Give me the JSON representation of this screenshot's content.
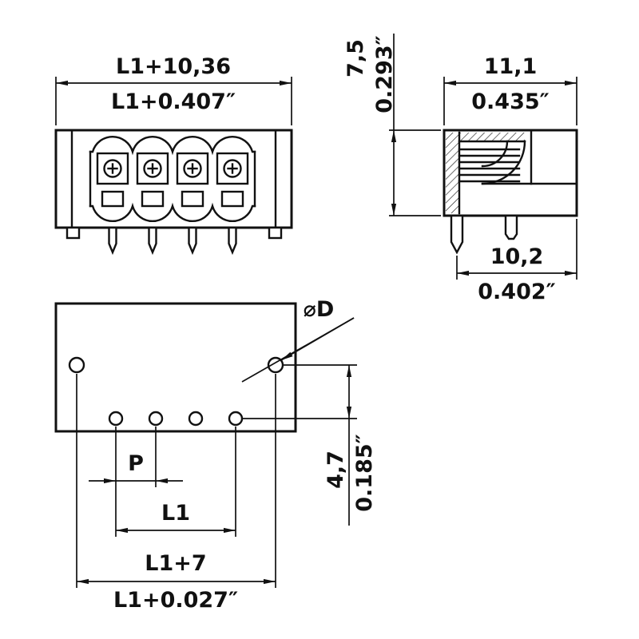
{
  "drawing": {
    "background": "#ffffff",
    "line_color": "#111111",
    "front_view": {
      "width_mm": "L1+10,36",
      "width_in": "L1+0.407″"
    },
    "side_view": {
      "height_mm": "7,5",
      "height_in": "0.293″",
      "top_width_mm": "11,1",
      "top_width_in": "0.435″",
      "bottom_width_mm": "10,2",
      "bottom_width_in": "0.402″"
    },
    "footprint": {
      "hole_diameter_label": "⌀D",
      "pitch_label": "P",
      "span_label": "L1",
      "overall_mm": "L1+7",
      "overall_in": "L1+0.027″",
      "row_offset_mm": "4,7",
      "row_offset_in": "0.185″"
    }
  }
}
